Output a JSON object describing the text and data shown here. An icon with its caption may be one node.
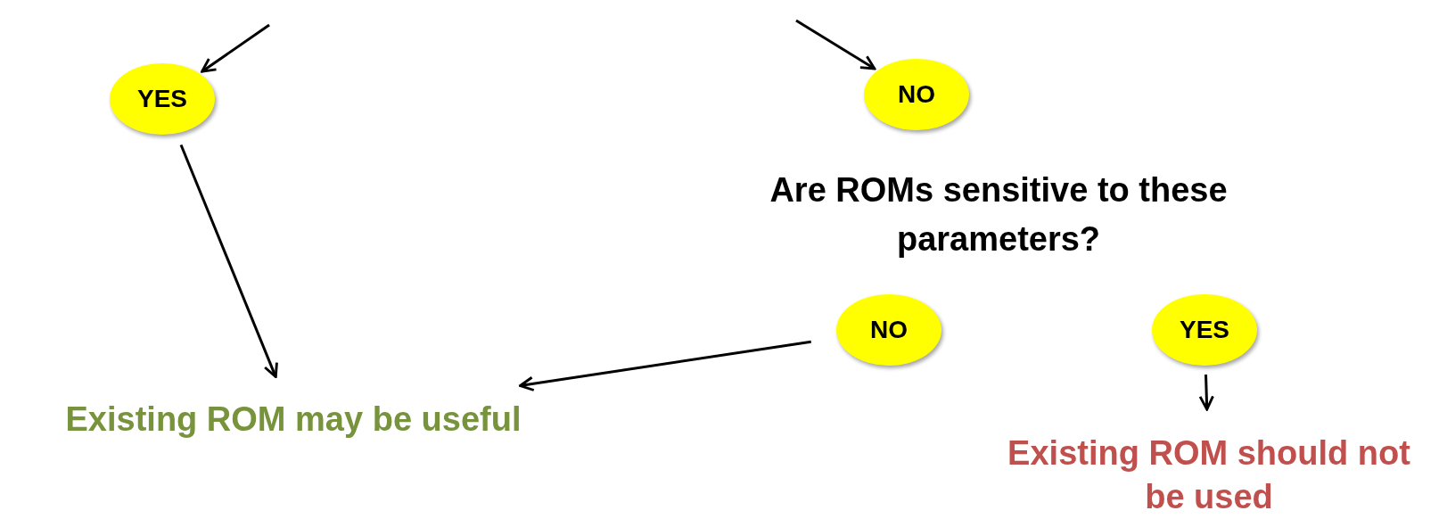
{
  "diagram": {
    "nodes": [
      {
        "text": [
          "YES"
        ]
      },
      {
        "text": [
          "NO"
        ]
      },
      {
        "text": [
          "NO"
        ]
      },
      {
        "text": [
          "YES"
        ]
      },
      {
        "text": [
          "Existing ROM may be useful"
        ]
      },
      {
        "text": [
          "Existing ROM should not be used"
        ]
      }
    ],
    "edges": [
      {
        "from": null,
        "to": 0,
        "arrow": "to"
      },
      {
        "from": null,
        "to": 1,
        "arrow": "to"
      },
      {
        "from": 0,
        "to": 4,
        "arrow": "to"
      },
      {
        "from": 2,
        "to": 4,
        "arrow": "to"
      },
      {
        "from": 3,
        "to": 5,
        "arrow": "to"
      }
    ],
    "labels": [
      "Are ROMs sensitive to these parameters?"
    ]
  }
}
